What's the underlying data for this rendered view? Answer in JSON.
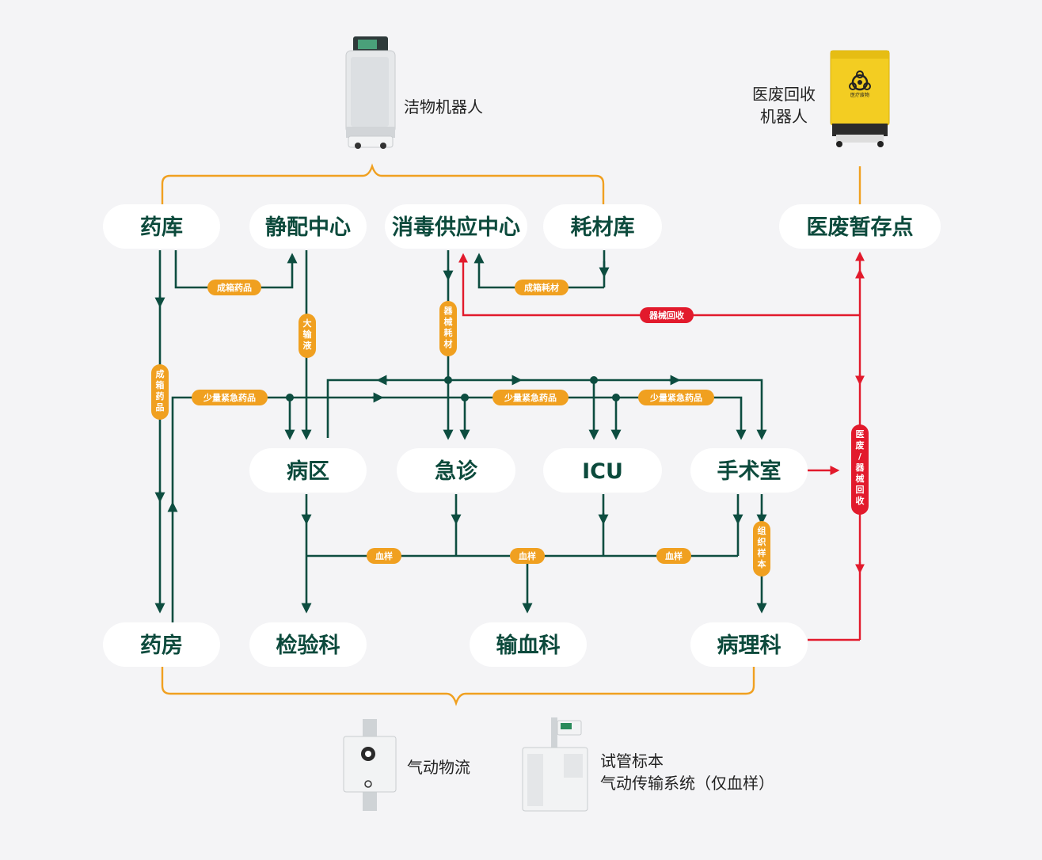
{
  "colors": {
    "background": "#f4f4f6",
    "node_fill": "#ffffff",
    "node_text": "#0c4a3c",
    "flow_line": "#0d4d40",
    "robot_bracket": "#f0a020",
    "tag_orange": "#f0a020",
    "tag_red": "#e21a2c",
    "recycle_line": "#e21a2c"
  },
  "nodes": {
    "yaoku": "药库",
    "jingpei": "静配中心",
    "xiaodu": "消毒供应中心",
    "haocai": "耗材库",
    "yifei_zancun": "医废暂存点",
    "bingqu": "病区",
    "jizhen": "急诊",
    "icu": "ICU",
    "shoushu": "手术室",
    "yaofang": "药房",
    "jianyan": "检验科",
    "shuxue": "输血科",
    "bingli": "病理科"
  },
  "tags": {
    "chengxiang_yaopin": "成箱药品",
    "chengxiang_haocai": "成箱耗材",
    "qixie_huishou": "器械回收",
    "da_shuye": "大输液",
    "qixie_haocai": "器械耗材",
    "chengxiang_yaopin_v": "成箱药品",
    "shaoliang_1": "少量紧急药品",
    "shaoliang_2": "少量紧急药品",
    "shaoliang_3": "少量紧急药品",
    "xueyang_1": "血样",
    "xueyang_2": "血样",
    "xueyang_3": "血样",
    "zuzhi_yangben": "组织样本",
    "yifei_qixie_huishou": "医废/器械回收"
  },
  "captions": {
    "clean_robot": "洁物机器人",
    "waste_robot": [
      "医废回收",
      "机器人"
    ],
    "pneumatic": "气动物流",
    "tube_system": [
      "试管标本",
      "气动传输系统（仅血样）"
    ]
  },
  "icons": {
    "clean_robot": "clean-goods-robot-icon",
    "waste_robot": "medical-waste-robot-icon",
    "pneumatic": "pneumatic-station-icon",
    "tube_system": "tube-transport-station-icon",
    "biohazard": "biohazard-icon"
  },
  "waste_bin_label": "医疗废物"
}
